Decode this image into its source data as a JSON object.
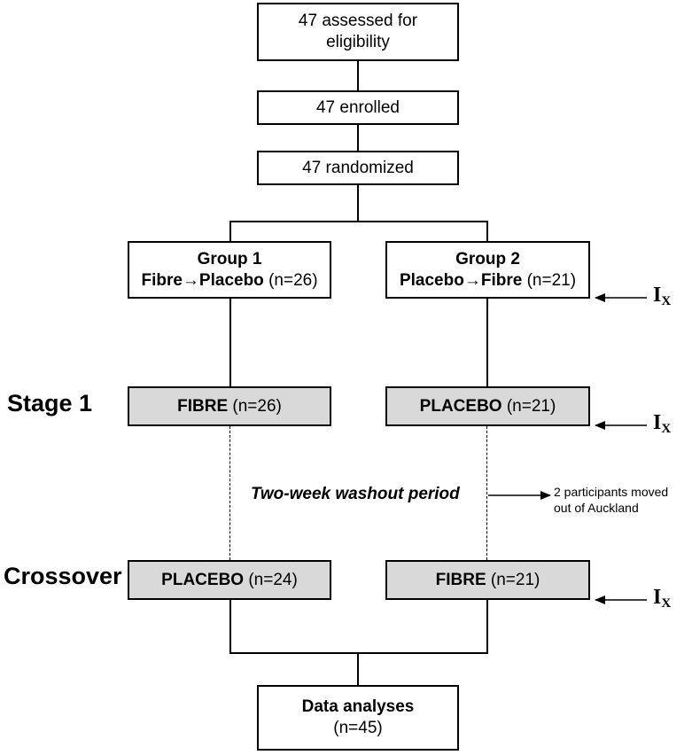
{
  "boxes": {
    "assessed": "47 assessed for eligibility",
    "enrolled": "47 enrolled",
    "randomized": "47 randomized",
    "group1": {
      "title": "Group 1",
      "arm": "Fibre→Placebo",
      "n": "(n=26)"
    },
    "group2": {
      "title": "Group 2",
      "arm": "Placebo→Fibre",
      "n": "(n=21)"
    },
    "stage1_left": {
      "label": "FIBRE",
      "n": "(n=26)"
    },
    "stage1_right": {
      "label": "PLACEBO",
      "n": "(n=21)"
    },
    "cross_left": {
      "label": "PLACEBO",
      "n": "(n=24)"
    },
    "cross_right": {
      "label": "FIBRE",
      "n": "(n=21)"
    },
    "analysis": {
      "title": "Data analyses",
      "n": "(n=45)"
    }
  },
  "labels": {
    "stage1": "Stage 1",
    "crossover": "Crossover",
    "washout": "Two-week washout period",
    "dropout": "2 participants moved out of Auckland",
    "ix_main": "I",
    "ix_sub": "X"
  },
  "colors": {
    "shaded_box": "#d9d9d9",
    "line": "#000000"
  }
}
